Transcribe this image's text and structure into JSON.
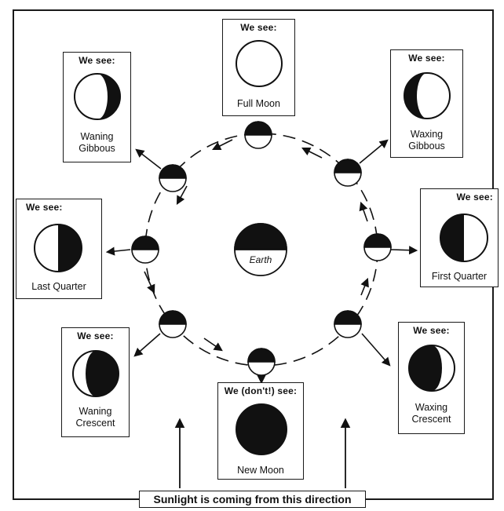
{
  "cards": {
    "full_moon": {
      "heading": "We see:",
      "name": [
        "Full Moon"
      ]
    },
    "waxing_gibbous": {
      "heading": "We see:",
      "name": [
        "Waxing",
        "Gibbous"
      ]
    },
    "first_quarter": {
      "heading": "We see:",
      "name": [
        "First Quarter"
      ]
    },
    "waxing_crescent": {
      "heading": "We see:",
      "name": [
        "Waxing",
        "Crescent"
      ]
    },
    "new_moon": {
      "heading": "We (don't!) see:",
      "name": [
        "New Moon"
      ]
    },
    "waning_crescent": {
      "heading": "We see:",
      "name": [
        "Waning",
        "Crescent"
      ]
    },
    "last_quarter": {
      "heading": "We see:",
      "name": [
        "Last Quarter"
      ]
    },
    "waning_gibbous": {
      "heading": "We see:",
      "name": [
        "Waning",
        "Gibbous"
      ]
    }
  },
  "earth_label": "Earth",
  "sunlight_caption": "Sunlight is coming from this direction"
}
